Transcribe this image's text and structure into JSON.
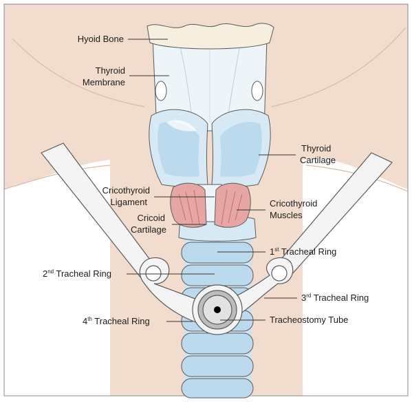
{
  "labels": {
    "hyoid_bone": "Hyoid Bone",
    "thyroid_membrane_1": "Thyroid",
    "thyroid_membrane_2": "Membrane",
    "thyroid_cartilage_1": "Thyroid",
    "thyroid_cartilage_2": "Cartilage",
    "cricothyroid_ligament_1": "Cricothyroid",
    "cricothyroid_ligament_2": "Ligament",
    "cricoid_cartilage_1": "Cricoid",
    "cricoid_cartilage_2": "Cartilage",
    "cricothyroid_muscles_1": "Cricothyroid",
    "cricothyroid_muscles_2": "Muscles",
    "tracheal_ring_1_num": "1",
    "tracheal_ring_1_sup": "st",
    "tracheal_ring_1_text": " Tracheal Ring",
    "tracheal_ring_2_num": "2",
    "tracheal_ring_2_sup": "nd",
    "tracheal_ring_2_text": " Tracheal Ring",
    "tracheal_ring_3_num": "3",
    "tracheal_ring_3_sup": "rd",
    "tracheal_ring_3_text": " Tracheal Ring",
    "tracheal_ring_4_num": "4",
    "tracheal_ring_4_sup": "th",
    "tracheal_ring_4_text": " Tracheal Ring",
    "tracheostomy_tube": "Tracheostomy Tube"
  },
  "colors": {
    "skin": "#f2dccd",
    "skin_line": "#d9b8a6",
    "cartilage_light": "#d6e9f4",
    "cartilage_mid": "#bcdaee",
    "cartilage_dark": "#9cc4e0",
    "membrane": "#eef5f9",
    "hyoid": "#f6efdf",
    "muscle": "#e6a7a4",
    "muscle_line": "#c46e6c",
    "outline": "#5a5a5a",
    "retractor": "#f4f4f4",
    "tube_ring": "#bcbcbc",
    "tube_inner": "#e2e2e2",
    "leader": "#333333"
  }
}
